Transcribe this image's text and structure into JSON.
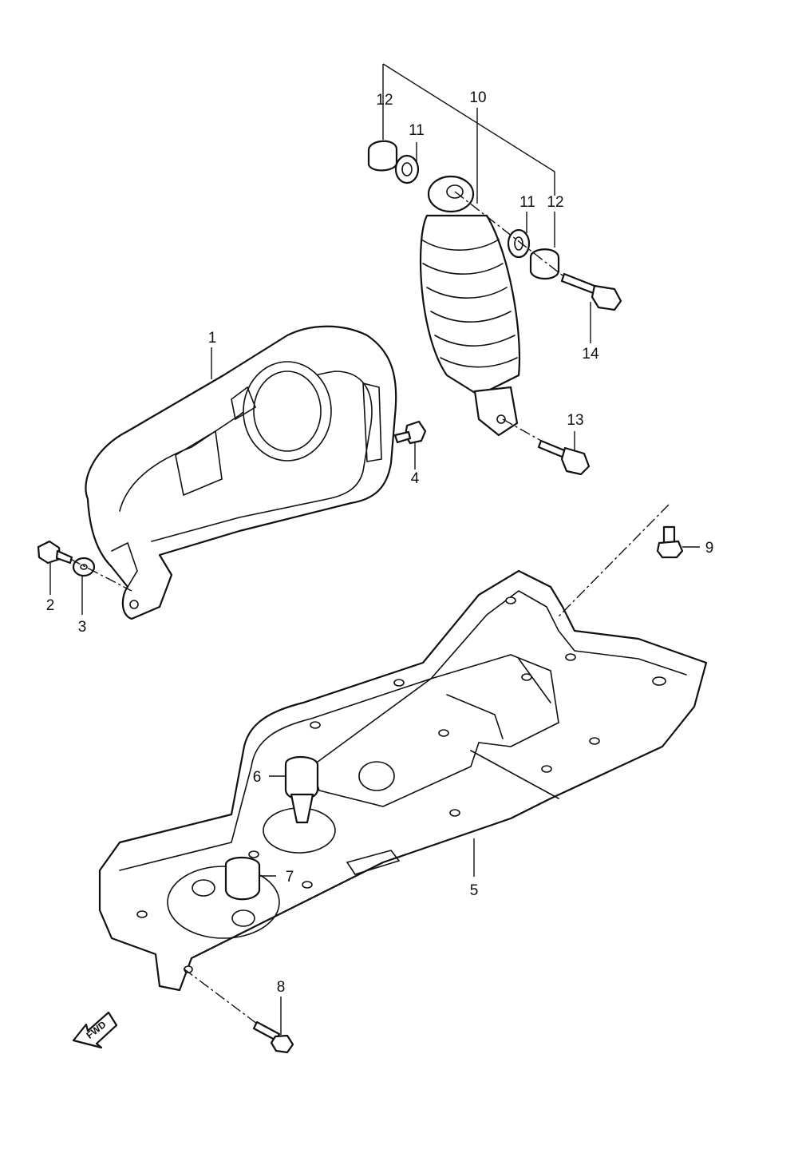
{
  "callouts": [
    {
      "id": "1",
      "label": "1"
    },
    {
      "id": "2",
      "label": "2"
    },
    {
      "id": "3",
      "label": "3"
    },
    {
      "id": "4",
      "label": "4"
    },
    {
      "id": "5",
      "label": "5"
    },
    {
      "id": "6",
      "label": "6"
    },
    {
      "id": "7",
      "label": "7"
    },
    {
      "id": "8",
      "label": "8"
    },
    {
      "id": "9",
      "label": "9"
    },
    {
      "id": "10",
      "label": "10"
    },
    {
      "id": "11a",
      "label": "11"
    },
    {
      "id": "11b",
      "label": "11"
    },
    {
      "id": "12a",
      "label": "12"
    },
    {
      "id": "12b",
      "label": "12"
    },
    {
      "id": "13",
      "label": "13"
    },
    {
      "id": "14",
      "label": "14"
    }
  ],
  "direction_arrow": {
    "label": "FWD",
    "icon": "forward-arrow-icon"
  }
}
